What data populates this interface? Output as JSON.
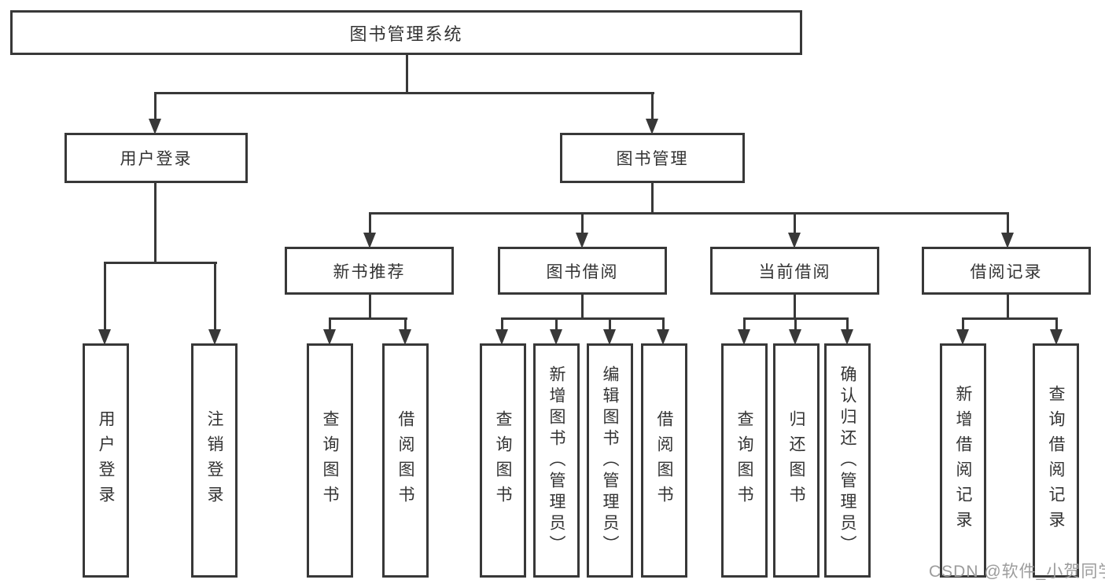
{
  "tree": {
    "root": {
      "label": "图书管理系统"
    },
    "branches": [
      {
        "label": "用户登录",
        "children": [
          {
            "label": "用户登录"
          },
          {
            "label": "注销登录"
          }
        ]
      },
      {
        "label": "图书管理",
        "children": [
          {
            "label": "新书推荐",
            "children": [
              {
                "label": "查询图书"
              },
              {
                "label": "借阅图书"
              }
            ]
          },
          {
            "label": "图书借阅",
            "children": [
              {
                "label": "查询图书"
              },
              {
                "label": "新增图书（管理员）"
              },
              {
                "label": "编辑图书（管理员）"
              },
              {
                "label": "借阅图书"
              }
            ]
          },
          {
            "label": "当前借阅",
            "children": [
              {
                "label": "查询图书"
              },
              {
                "label": "归还图书"
              },
              {
                "label": "确认归还（管理员）"
              }
            ]
          },
          {
            "label": "借阅记录",
            "children": [
              {
                "label": "新增借阅记录"
              },
              {
                "label": "查询借阅记录"
              }
            ]
          }
        ]
      }
    ]
  },
  "watermark": {
    "text": "CSDN @软件_小贺同学"
  },
  "colors": {
    "line": "#383838",
    "text": "#333333",
    "background": "#ffffff",
    "watermark": "#9c9c9c"
  }
}
